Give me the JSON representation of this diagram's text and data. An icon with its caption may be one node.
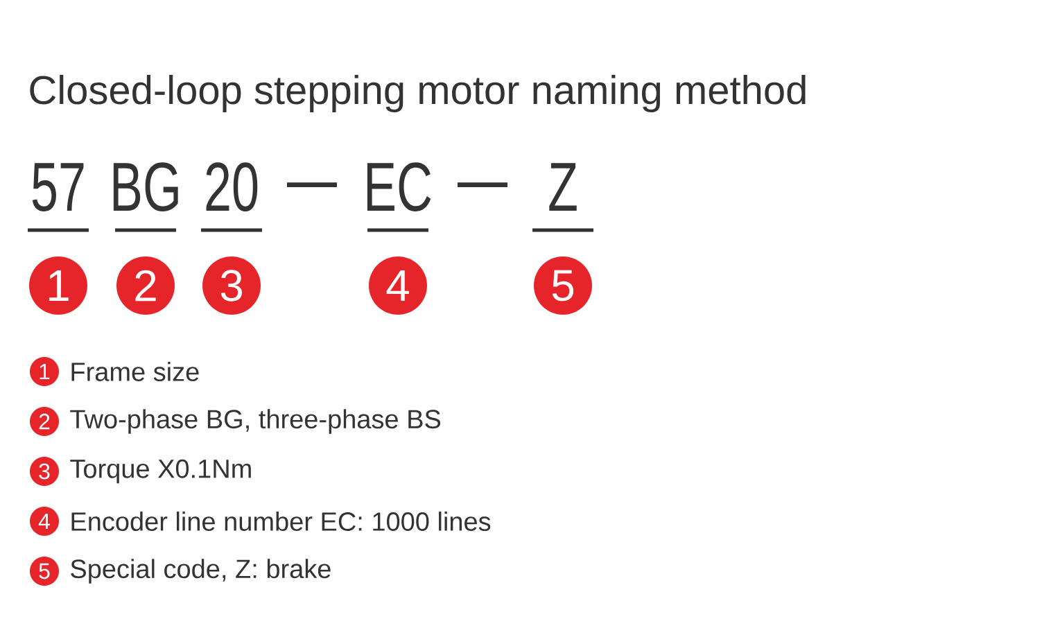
{
  "diagram": {
    "title": "Closed-loop stepping motor naming method",
    "nodes": [
      {
        "text": [
          "1"
        ]
      },
      {
        "text": [
          "2"
        ]
      },
      {
        "text": [
          "3"
        ]
      },
      {
        "text": [
          "4"
        ]
      },
      {
        "text": [
          "5"
        ]
      },
      {
        "text": [
          "1"
        ],
        "beside": [
          "Frame size"
        ]
      },
      {
        "text": [
          "2"
        ],
        "beside": [
          "Two-phase BG, three-phase BS"
        ]
      },
      {
        "text": [
          "3"
        ],
        "beside": [
          "Torque X0.1Nm"
        ]
      },
      {
        "text": [
          "4"
        ],
        "beside": [
          "Encoder line number EC: 1000 lines"
        ]
      },
      {
        "text": [
          "5"
        ],
        "beside": [
          "Special code, Z:  brake"
        ]
      }
    ],
    "labels": [
      "57",
      "BG",
      "20",
      "—",
      "EC",
      "—",
      "Z"
    ]
  }
}
